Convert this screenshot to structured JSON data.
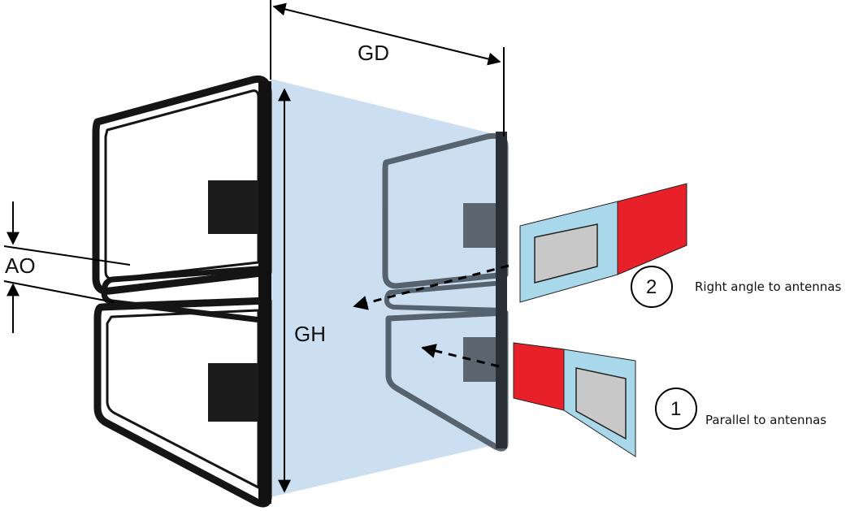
{
  "dimensions": {
    "gate_distance": "GD",
    "gate_height": "GH",
    "antenna_offset": "AO"
  },
  "orientations": [
    {
      "number": "2",
      "label": "Right angle to antennas"
    },
    {
      "number": "1",
      "label": "Parallel to antennas"
    }
  ],
  "colors": {
    "detection_zone": "#c9ddf0",
    "tag_inlay": "#a8d8ea",
    "tag_chip": "#c8c8c8",
    "tag_red": "#e8202a",
    "antenna_frame": "#151515"
  }
}
